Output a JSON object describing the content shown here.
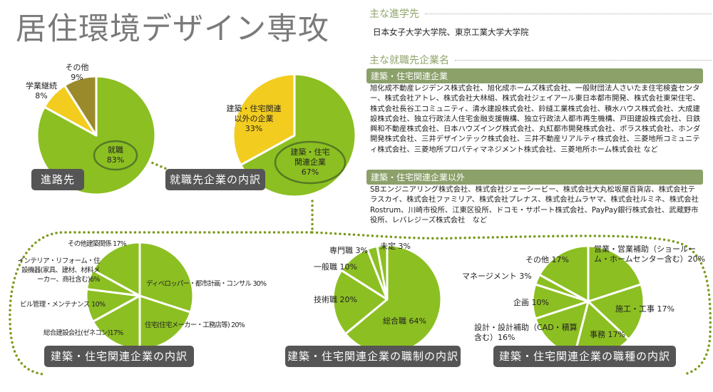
{
  "title": "居住環境デザイン専攻",
  "grad_school": {
    "heading": "主な進学先",
    "text": "日本女子大学大学院、東京工業大学大学院"
  },
  "employers": {
    "heading": "主な就職先企業名",
    "groups": [
      {
        "label": "建築・住宅関連企業",
        "text": "旭化成不動産レジデンス株式会社、旭化成ホームズ株式会社、一般財団法人さいたま住宅検査センター、株式会社アトレ、株式会社大林組、株式会社ジェイアール東日本都市開発、株式会社東栄住宅、株式会社長谷工コミュニティ、清水建設株式会社、鈴縫工業株式会社、積水ハウス株式会社、大成建設株式会社、独立行政法人住宅金融支援機構、独立行政法人都市再生機構、戸田建設株式会社、日鉄興和不動産株式会社、日本ハウズイング株式会社、丸紅都市開発株式会社、ポラス株式会社、ホンダ開発株式会社、三井デザインテック株式会社、三井不動産リアルティ株式会社、三菱地所コミュニティ株式会社、三菱地所プロパティマネジメント株式会社、三菱地所ホーム株式会社 など"
      },
      {
        "label": "建築・住宅関連企業以外",
        "text": "SBエンジニアリング株式会社、株式会社ジェーシービー、株式会社大丸松坂屋百貨店、株式会社テラスカイ、株式会社ファミリア、株式会社プレナス、株式会社ムラヤマ、株式会社ルミネ、株式会社Rostrum、川崎市役所、江東区役所、ドコモ・サポート株式会社、PayPay銀行株式会社、武蔵野市役所、レバレジーズ株式会社　など"
      }
    ]
  },
  "colors": {
    "green": "#8cbf22",
    "yellow": "#f2cc1f",
    "olive": "#9a8a2c",
    "label_bg": "#555555",
    "section_green": "#8ca06a",
    "dots": "#7a9a1a"
  },
  "chart_data": [
    {
      "type": "pie",
      "title": "進路先",
      "categories": [
        "就職",
        "学業継続",
        "その他"
      ],
      "values": [
        83,
        8,
        9
      ],
      "labels": [
        "83%",
        "8%",
        "9%"
      ],
      "colors": [
        "#8cbf22",
        "#f2cc1f",
        "#9a8a2c"
      ]
    },
    {
      "type": "pie",
      "title": "就職先企業の内訳",
      "categories": [
        "建築・住宅関連企業",
        "建築・住宅関連以外の企業"
      ],
      "values": [
        67,
        33
      ],
      "labels": [
        "67%",
        "33%"
      ],
      "colors": [
        "#8cbf22",
        "#f2cc1f"
      ]
    },
    {
      "type": "pie",
      "title": "建築・住宅関連企業の内訳",
      "categories": [
        "ディベロッパー・都市計画・コンサル",
        "住宅(住宅メーカー・工務店等)",
        "総合建設会社(ゼネコン)",
        "ビル管理・メンテナンス",
        "インテリア・リフォーム・住設機器(家具、建材、材料メーカー、商社含む)",
        "その他建築関係"
      ],
      "values": [
        30,
        20,
        17,
        10,
        6,
        17
      ],
      "labels": [
        "ディベロッパー・都市計画・コンサル 30%",
        "住宅(住宅メーカー・工務店等) 20%",
        "総合建設会社(ゼネコン)17%",
        "ビル管理・メンテナンス 10%",
        "インテリア・リフォーム・住設機器(家具、建材、材料メーカー、商社含む)6%",
        "その他建築関係 17%"
      ]
    },
    {
      "type": "pie",
      "title": "建築・住宅関連企業の職制の内訳",
      "categories": [
        "総合職",
        "技術職",
        "一般職",
        "専門職",
        "未定"
      ],
      "values": [
        64,
        20,
        10,
        3,
        3
      ],
      "labels": [
        "総合職 64%",
        "技術職 20%",
        "一般職 10%",
        "専門職 3%",
        "未定 3%"
      ]
    },
    {
      "type": "pie",
      "title": "建築・住宅関連企業の職種の内訳",
      "categories": [
        "営業・営業補助(ショールーム・ホームセンター含む)",
        "施工・工事",
        "事務",
        "設計・設計補助(CAD・積算含む)",
        "企画",
        "マネージメント",
        "その他"
      ],
      "values": [
        20,
        17,
        17,
        16,
        10,
        3,
        17
      ],
      "labels": [
        "営業・営業補助（ショールーム・ホームセンター含む）20%",
        "施工・工事 17%",
        "事務 17%",
        "設計・設計補助（CAD・積算含む）16%",
        "企画 10%",
        "マネージメント 3%",
        "その他 17%"
      ]
    }
  ]
}
